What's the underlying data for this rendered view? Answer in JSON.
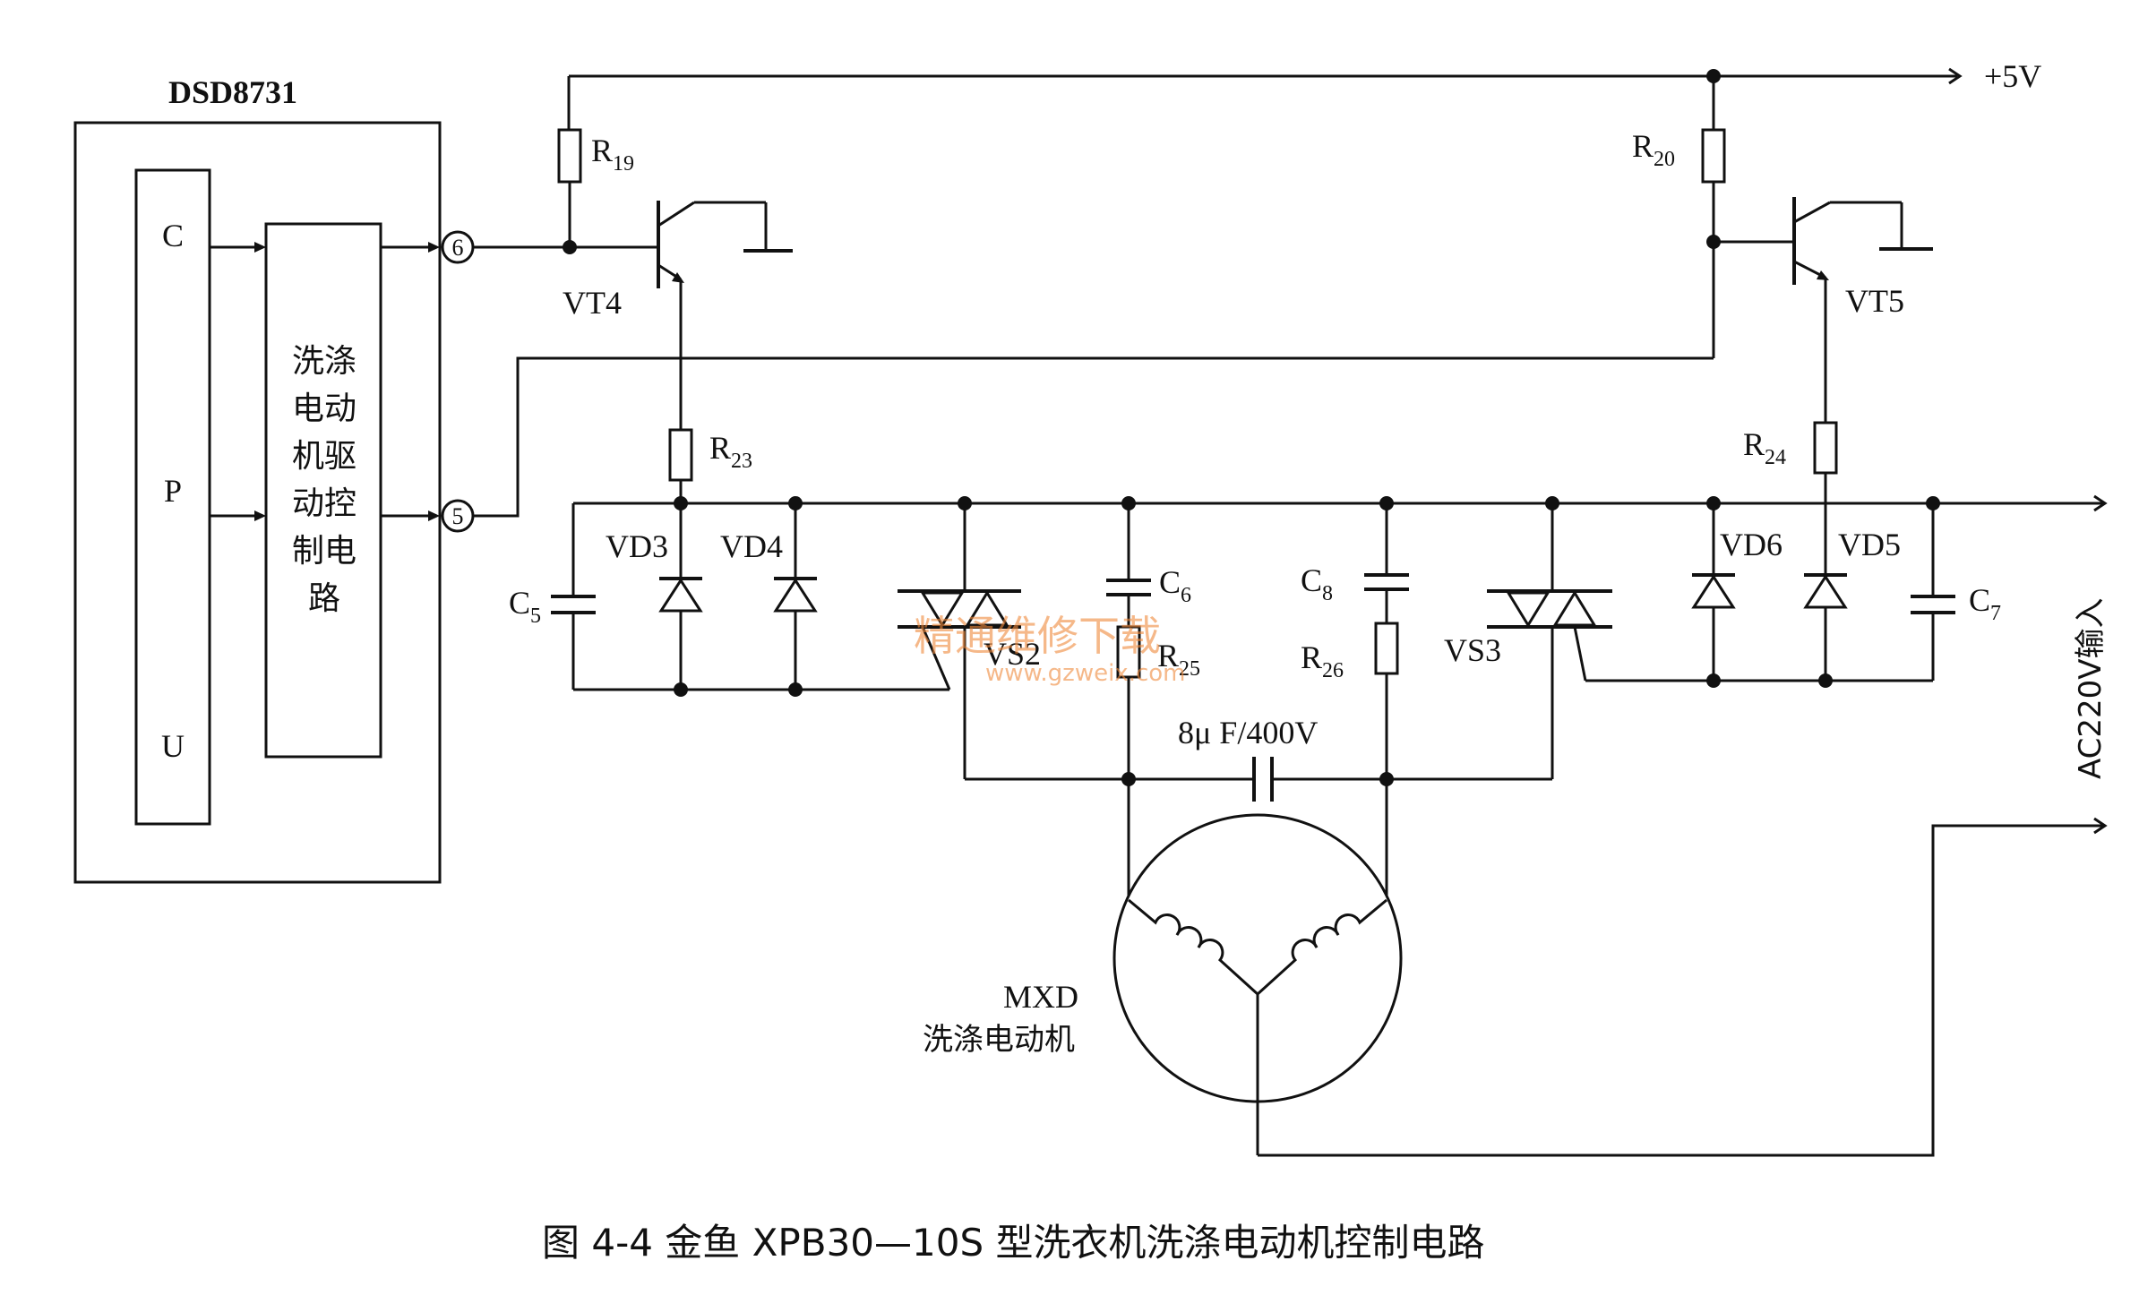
{
  "ic": {
    "name": "DSD8731",
    "cpu_letters": [
      "C",
      "P",
      "U"
    ],
    "driver_lines": [
      "洗涤",
      "电动",
      "机驱",
      "动控",
      "制电",
      "路"
    ],
    "pin6": "6",
    "pin5": "5"
  },
  "supply": {
    "vcc": "+5V",
    "ac_input": "AC220V输入"
  },
  "components": {
    "r19": {
      "main": "R",
      "sub": "19"
    },
    "r20": {
      "main": "R",
      "sub": "20"
    },
    "r23": {
      "main": "R",
      "sub": "23"
    },
    "r24": {
      "main": "R",
      "sub": "24"
    },
    "r25": {
      "main": "R",
      "sub": "25"
    },
    "r26": {
      "main": "R",
      "sub": "26"
    },
    "c5": {
      "main": "C",
      "sub": "5"
    },
    "c6": {
      "main": "C",
      "sub": "6"
    },
    "c7": {
      "main": "C",
      "sub": "7"
    },
    "c8": {
      "main": "C",
      "sub": "8"
    },
    "vt4": "VT4",
    "vt5": "VT5",
    "vd3": "VD3",
    "vd4": "VD4",
    "vd5": "VD5",
    "vd6": "VD6",
    "vs2": "VS2",
    "vs3": "VS3",
    "run_cap": "8μ F/400V"
  },
  "motor": {
    "name": "MXD",
    "desc": "洗涤电动机"
  },
  "watermark": {
    "cn": "精通维修下载",
    "url": "www.gzweix.com"
  },
  "caption": "图 4-4    金鱼 XPB30—10S 型洗衣机洗涤电动机控制电路"
}
